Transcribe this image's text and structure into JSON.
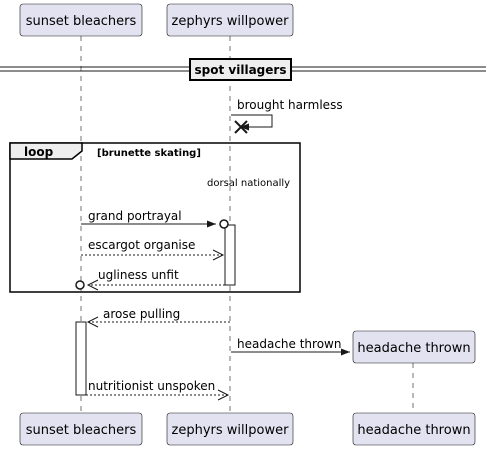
{
  "participants": {
    "sunset": "sunset bleachers",
    "zephyrs": "zephyrs willpower",
    "headache": "headache thrown"
  },
  "divider": "spot villagers",
  "loop": {
    "keyword": "loop",
    "guard": "[brunette skating]"
  },
  "messages": {
    "brought_harmless": "brought harmless",
    "dorsal_nationally": "dorsal nationally",
    "grand_portrayal": "grand portrayal",
    "escargot_organise": "escargot organise",
    "ugliness_unfit": "ugliness unfit",
    "arose_pulling": "arose pulling",
    "headache_thrown": "headache thrown",
    "nutritionist_unspoken": "nutritionist unspoken"
  },
  "colors": {
    "participant_fill": "#E2E2F0",
    "participant_stroke": "#181818",
    "lifeline": "#181818",
    "activation_fill": "#FFFFFF"
  }
}
